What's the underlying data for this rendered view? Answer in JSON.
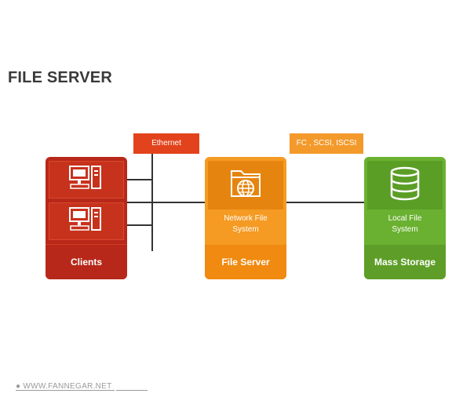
{
  "title": "FILE SERVER",
  "tags": {
    "ethernet": "Ethernet",
    "fc": "FC , SCSI, ISCSI"
  },
  "nodes": {
    "clients": {
      "label": "Clients",
      "icons": [
        "computer-icon",
        "computer-icon"
      ]
    },
    "file_server": {
      "label": "File Server",
      "sublabel_line1": "Network File",
      "sublabel_line2": "System",
      "icon": "folder-globe-icon"
    },
    "mass_storage": {
      "label": "Mass Storage",
      "sublabel_line1": "Local File",
      "sublabel_line2": "System",
      "icon": "database-icon"
    }
  },
  "colors": {
    "clients": "#b7281a",
    "file_server": "#f59a22",
    "mass_storage": "#6bb131",
    "ethernet_tag": "#e2431c",
    "fc_tag": "#f39a2b"
  },
  "watermark": "WWW.FANNEGAR.NET"
}
